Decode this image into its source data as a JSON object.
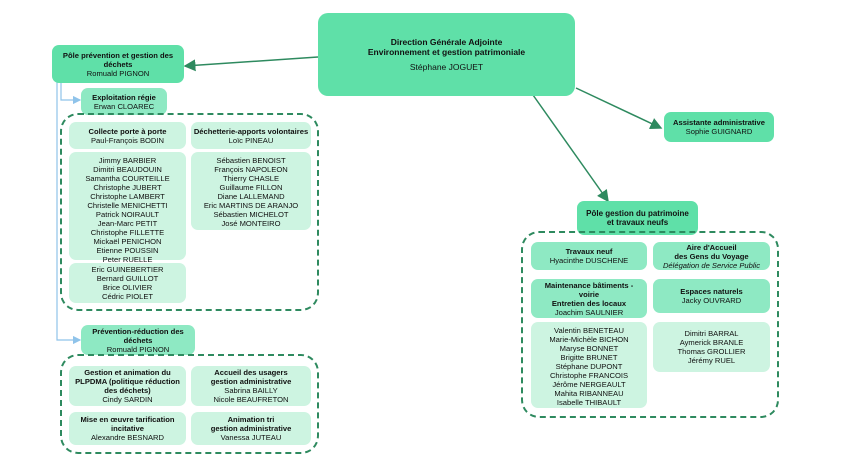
{
  "colors": {
    "dark": "#5fe0a8",
    "mid": "#8ee9c3",
    "light": "#cdf4e1",
    "dashed_border": "#2e8a5f",
    "arrow": "#2e8a5f",
    "arrow_light": "#8fc3ea"
  },
  "top": {
    "line1": "Direction Générale Adjointe",
    "line2": "Environnement et gestion patrimoniale",
    "person": "Stéphane JOGUET"
  },
  "assistant": {
    "title": "Assistante administrative",
    "person": "Sophie GUIGNARD"
  },
  "pole_dechets": {
    "title1": "Pôle prévention et gestion des",
    "title2": "déchets",
    "person": "Romuald PIGNON"
  },
  "exploitation": {
    "title": "Exploitation régie",
    "person": "Erwan CLOAREC"
  },
  "collecte": {
    "title": "Collecte porte à porte",
    "person": "Paul-François BODIN",
    "names": [
      "Jimmy BARBIER",
      "Dimitri BEAUDOUIN",
      "Samantha COURTEILLE",
      "Christophe JUBERT",
      "Christophe LAMBERT",
      "Christelle MENICHETTI",
      "Patrick NOIRAULT",
      "Jean-Marc PETIT",
      "Christophe FILLETTE",
      "Mickaël PENICHON",
      "Etienne POUSSIN",
      "Peter RUELLE"
    ],
    "names2": [
      "Eric GUINEBERTIER",
      "Bernard GUILLOT",
      "Brice OLIVIER",
      "Cédric PIOLET"
    ]
  },
  "decheterie": {
    "title": "Déchetterie-apports volontaires",
    "person": "Loïc PINEAU",
    "names": [
      "Sébastien BENOIST",
      "François NAPOLEON",
      "Thierry CHASLE",
      "Guillaume FILLON",
      "Diane LALLEMAND",
      "Eric MARTINS DE ARANJO",
      "Sébastien MICHELOT",
      "José MONTEIRO"
    ]
  },
  "prevention": {
    "title1": "Prévention-réduction des",
    "title2": "déchets",
    "person": "Romuald PIGNON"
  },
  "gestion_anim": {
    "l1": "Gestion et animation du",
    "l2": "PLPDMA (politique réduction",
    "l3": "des déchets)",
    "person": "Cindy SARDIN"
  },
  "accueil": {
    "l1": "Accueil des usagers",
    "l2": "gestion administrative",
    "p1": "Sabrina BAILLY",
    "p2": "Nicole BEAUFRETON"
  },
  "tarif": {
    "l1": "Mise en œuvre tarification",
    "l2": "incitative",
    "person": "Alexandre BESNARD"
  },
  "animation": {
    "l1": "Animation tri",
    "l2": "gestion administrative",
    "person": "Vanessa JUTEAU"
  },
  "pole_patrimoine": {
    "title1": "Pôle gestion du patrimoine",
    "title2": "et travaux neufs"
  },
  "travaux": {
    "title": "Travaux neuf",
    "person": "Hyacinthe DUSCHENE"
  },
  "aire": {
    "l1": "Aire d'Accueil",
    "l2": "des Gens du Voyage",
    "l3": "Délégation de Service Public"
  },
  "maintenance": {
    "l1": "Maintenance bâtiments -",
    "l2": "voirie",
    "l3": "Entretien des locaux",
    "person": "Joachim SAULNIER"
  },
  "espaces": {
    "title": "Espaces naturels",
    "person": "Jacky OUVRARD"
  },
  "maint_names": [
    "Valentin BENETEAU",
    "Marie-Michèle BICHON",
    "Maryse BONNET",
    "Brigitte BRUNET",
    "Stéphane DUPONT",
    "Christophe FRANCOIS",
    "Jérôme NERGEAULT",
    "Mahita RIBANNEAU",
    "Isabelle THIBAULT"
  ],
  "espaces_names": [
    "Dimitri BARRAL",
    "Aymerick BRANLE",
    "Thomas GROLLIER",
    "Jérémy RUEL"
  ]
}
